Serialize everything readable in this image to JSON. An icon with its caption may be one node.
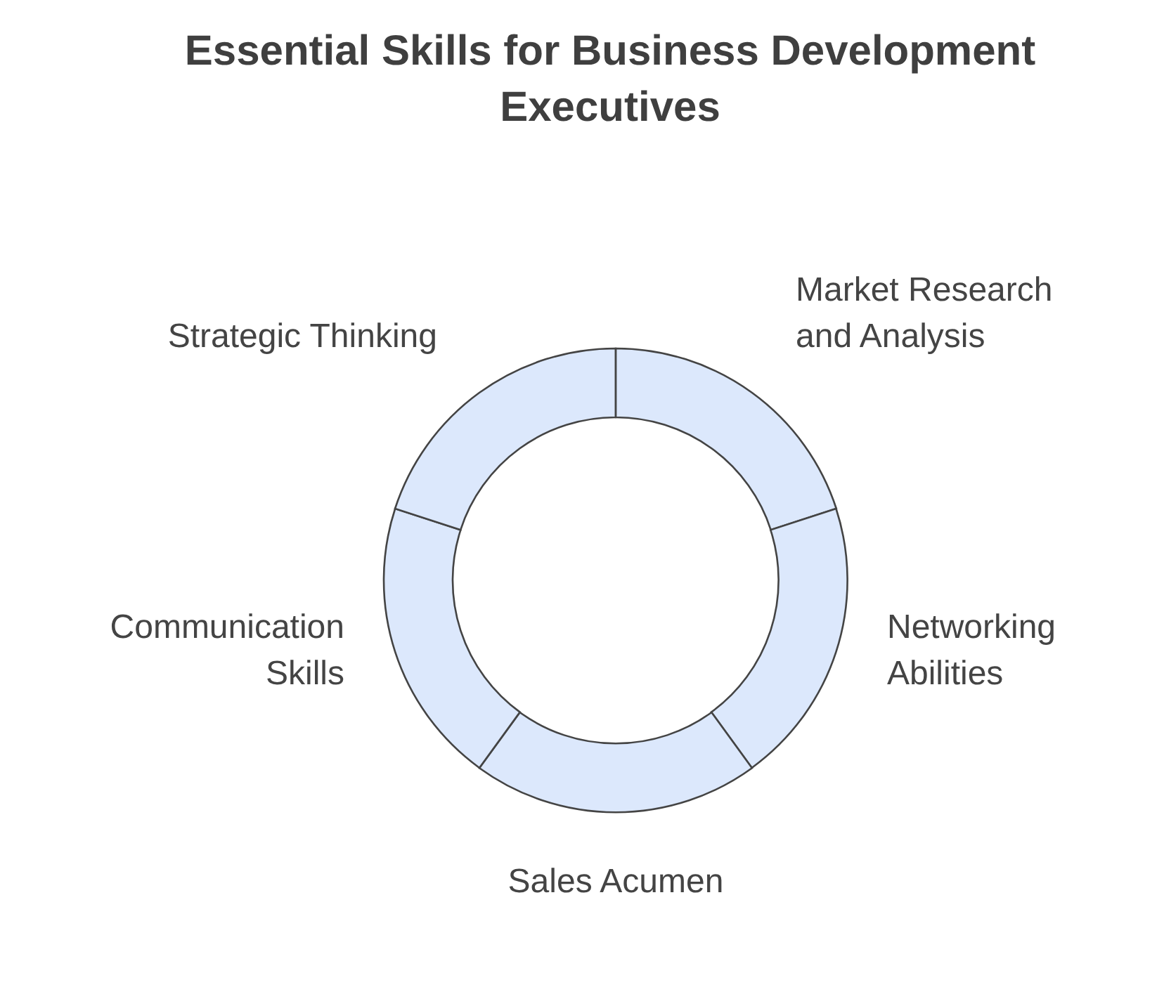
{
  "diagram": {
    "title": "Essential Skills for Business Development Executives",
    "nodes": [
      {
        "text": [
          "Market Research and Analysis"
        ]
      },
      {
        "text": [
          "Networking Abilities"
        ]
      },
      {
        "text": [
          "Sales Acumen"
        ]
      },
      {
        "text": [
          "Communication Skills"
        ]
      },
      {
        "text": [
          "Strategic Thinking"
        ]
      }
    ]
  }
}
